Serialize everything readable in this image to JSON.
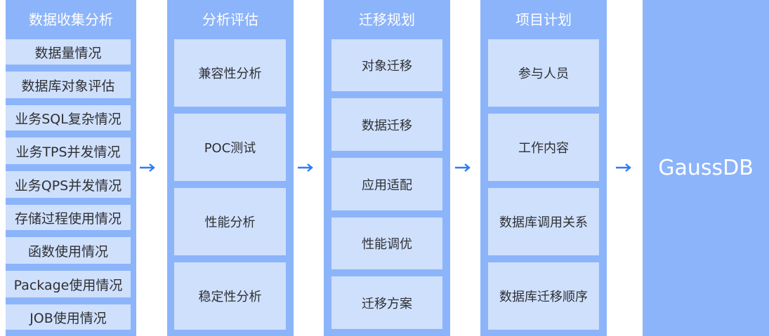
{
  "colors": {
    "column_bg": "#8cb4fb",
    "item_bg": "#cfe0fd",
    "arrow": "#2f7bf6",
    "title_text": "#ffffff",
    "item_text": "#2f3033"
  },
  "columns": [
    {
      "title": "数据收集分析",
      "items": [
        "数据量情况",
        "数据库对象评估",
        "业务SQL复杂情况",
        "业务TPS并发情况",
        "业务QPS并发情况",
        "存储过程使用情况",
        "函数使用情况",
        "Package使用情况",
        "JOB使用情况"
      ]
    },
    {
      "title": "分析评估",
      "items": [
        "兼容性分析",
        "POC测试",
        "性能分析",
        "稳定性分析"
      ]
    },
    {
      "title": "迁移规划",
      "items": [
        "对象迁移",
        "数据迁移",
        "应用适配",
        "性能调优",
        "迁移方案"
      ]
    },
    {
      "title": "项目计划",
      "items": [
        "参与人员",
        "工作内容",
        "数据库调用关系",
        "数据库迁移顺序"
      ]
    }
  ],
  "target": {
    "label": "GaussDB"
  },
  "icons": {
    "arrow": "arrow-right-icon"
  }
}
